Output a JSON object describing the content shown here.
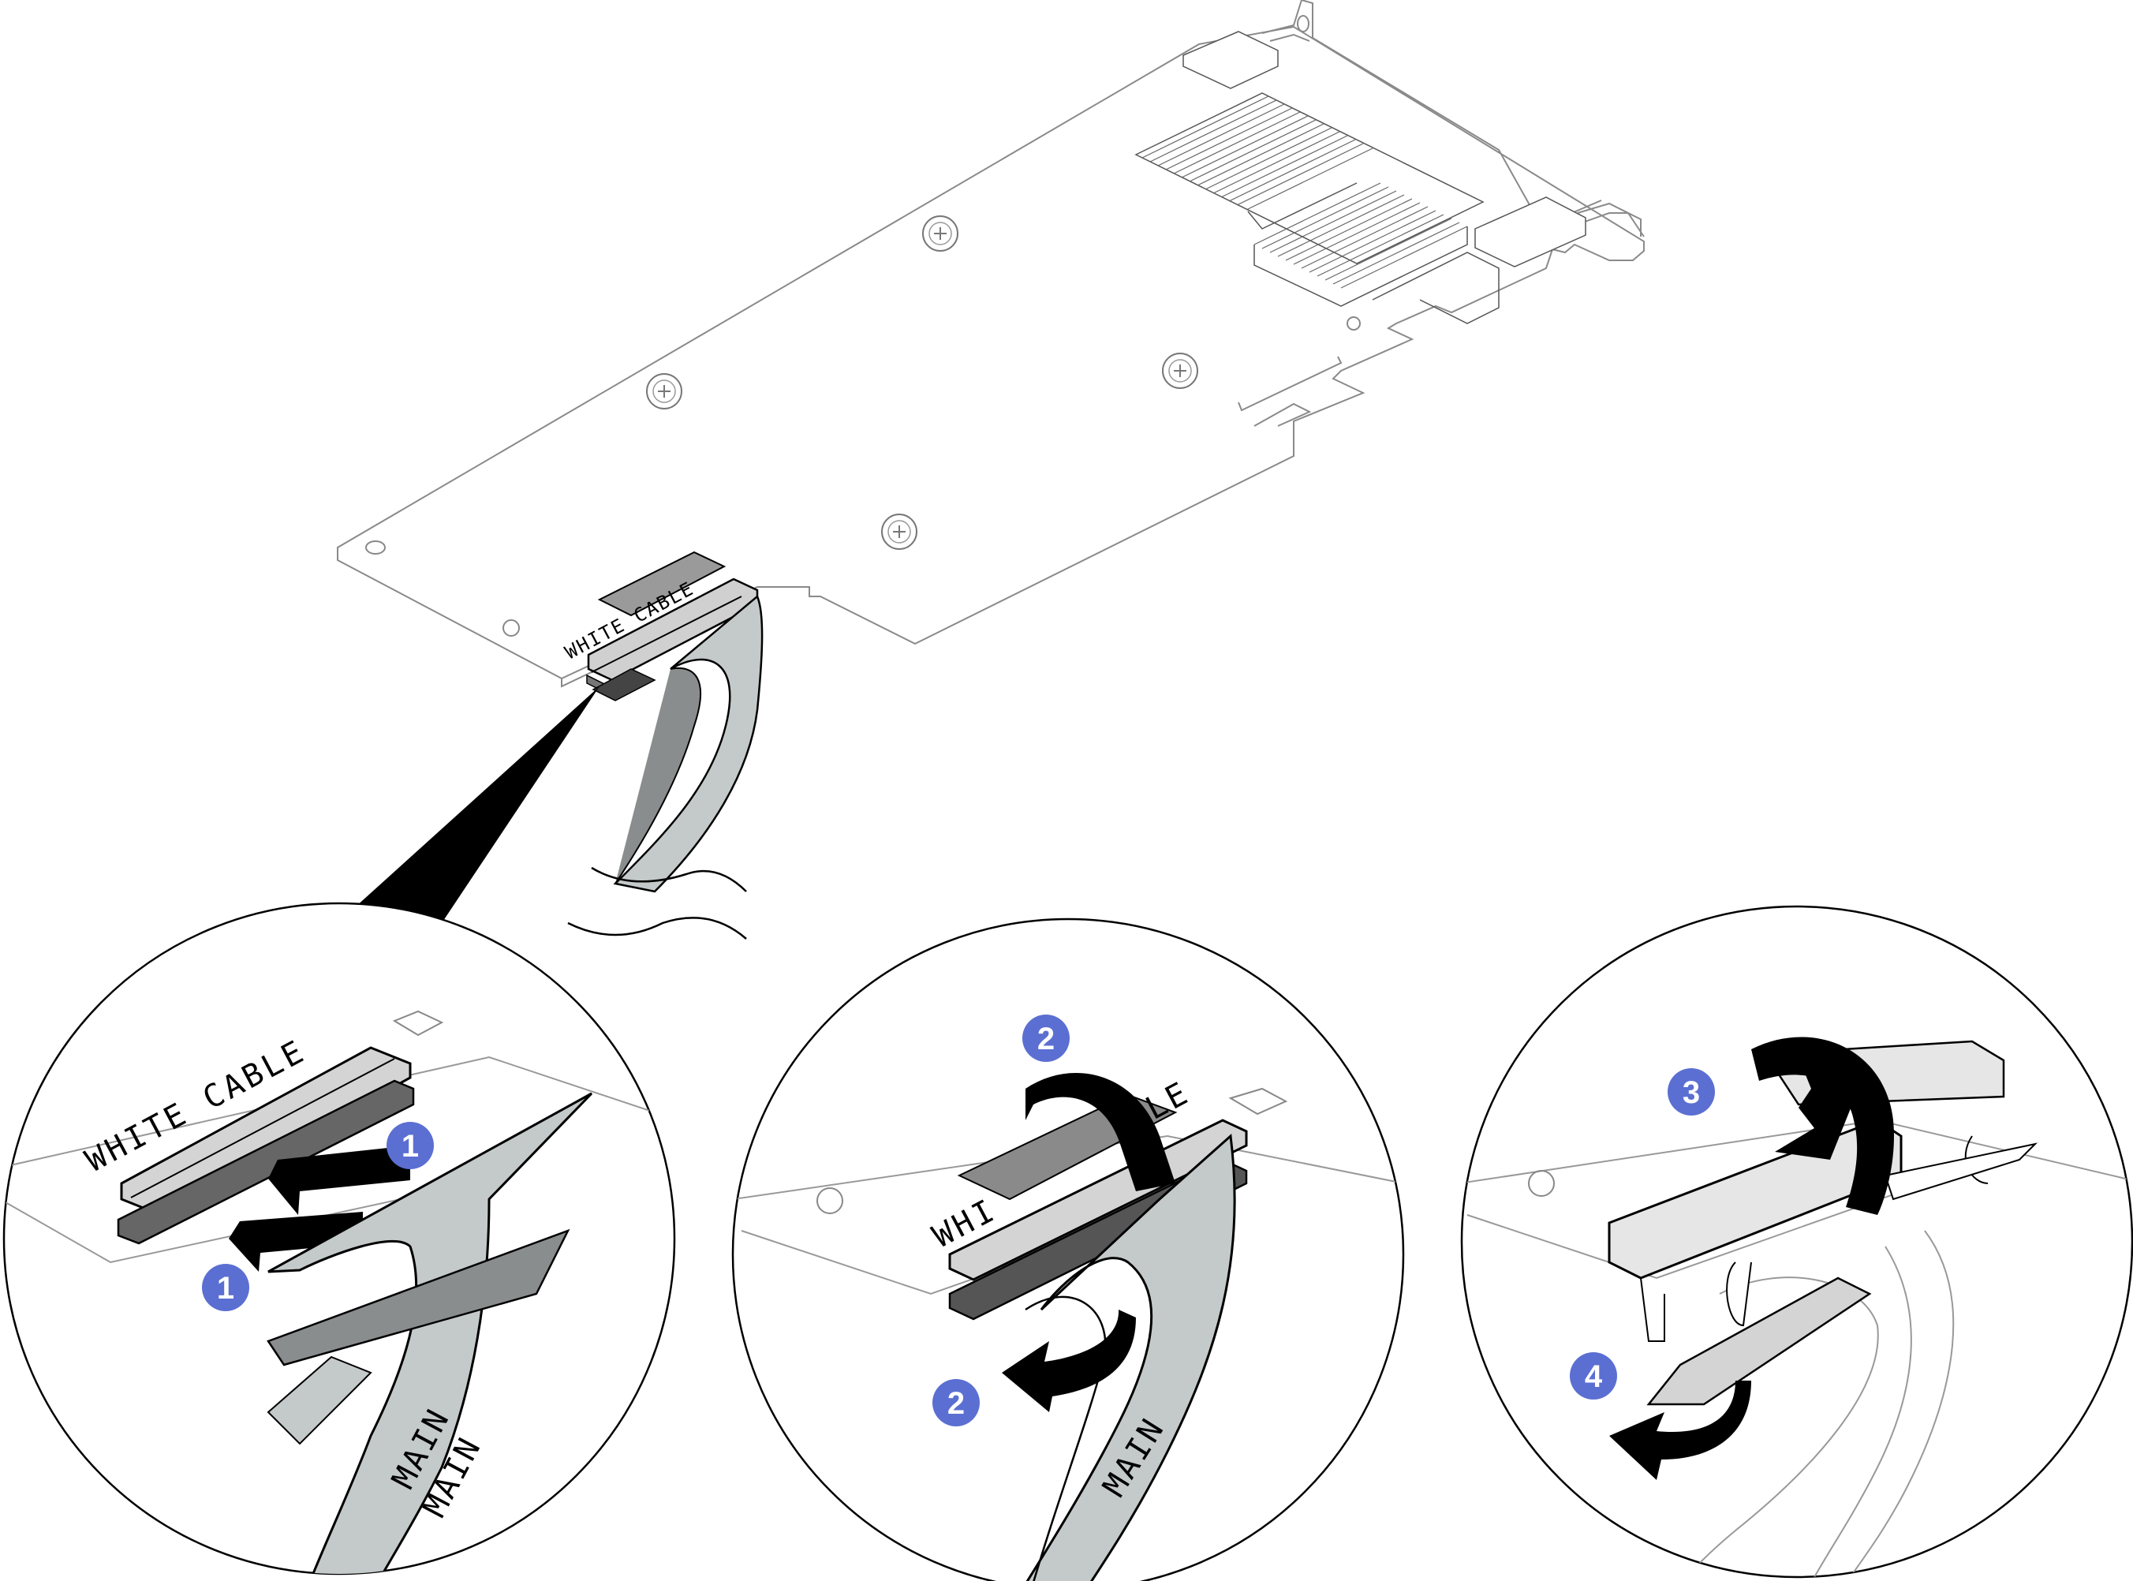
{
  "colors": {
    "callout_fill": "#5b6fd2",
    "cable_gray": "#c4c9c9",
    "cable_dark": "#8a8d8d",
    "connector_gray": "#d4d4d4",
    "line": "#000000",
    "board_line": "#9a9a9a"
  },
  "board": {
    "silkscreen_main": "WHITE CABLE",
    "silkscreen_partial": "WHI",
    "silkscreen_tail": "BLE"
  },
  "details": {
    "left": {
      "silkscreen": "WHITE CABLE",
      "cable_labels": [
        "MAIN",
        "MAIN"
      ],
      "callouts": [
        "1",
        "1"
      ]
    },
    "middle": {
      "silkscreen_left": "WHI",
      "silkscreen_right": "LE",
      "cable_label": "MAIN",
      "callouts": [
        "2",
        "2"
      ]
    },
    "right": {
      "callouts": [
        "3",
        "4"
      ]
    }
  },
  "icons": [
    "arrow-icon",
    "curved-arrow-icon",
    "screw-icon",
    "heatsink-icon",
    "callout-icon"
  ]
}
